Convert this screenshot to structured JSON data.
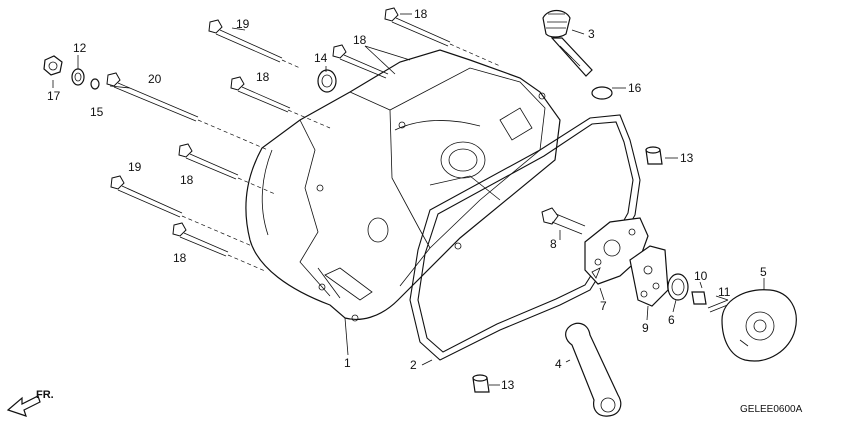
{
  "diagram": {
    "code": "GELEE0600A",
    "direction_label": "FR.",
    "callouts": [
      {
        "id": "c1",
        "text": "1"
      },
      {
        "id": "c2",
        "text": "2"
      },
      {
        "id": "c3",
        "text": "3"
      },
      {
        "id": "c4",
        "text": "4"
      },
      {
        "id": "c5",
        "text": "5"
      },
      {
        "id": "c6",
        "text": "6"
      },
      {
        "id": "c7",
        "text": "7"
      },
      {
        "id": "c8",
        "text": "8"
      },
      {
        "id": "c9",
        "text": "9"
      },
      {
        "id": "c10",
        "text": "10"
      },
      {
        "id": "c11",
        "text": "11"
      },
      {
        "id": "c12",
        "text": "12"
      },
      {
        "id": "c13a",
        "text": "13"
      },
      {
        "id": "c13b",
        "text": "13"
      },
      {
        "id": "c14",
        "text": "14"
      },
      {
        "id": "c15",
        "text": "15"
      },
      {
        "id": "c16",
        "text": "16"
      },
      {
        "id": "c17",
        "text": "17"
      },
      {
        "id": "c18a",
        "text": "18"
      },
      {
        "id": "c18b",
        "text": "18"
      },
      {
        "id": "c18c",
        "text": "18"
      },
      {
        "id": "c18d",
        "text": "18"
      },
      {
        "id": "c18e",
        "text": "18"
      },
      {
        "id": "c19a",
        "text": "19"
      },
      {
        "id": "c19b",
        "text": "19"
      },
      {
        "id": "c20",
        "text": "20"
      }
    ]
  }
}
